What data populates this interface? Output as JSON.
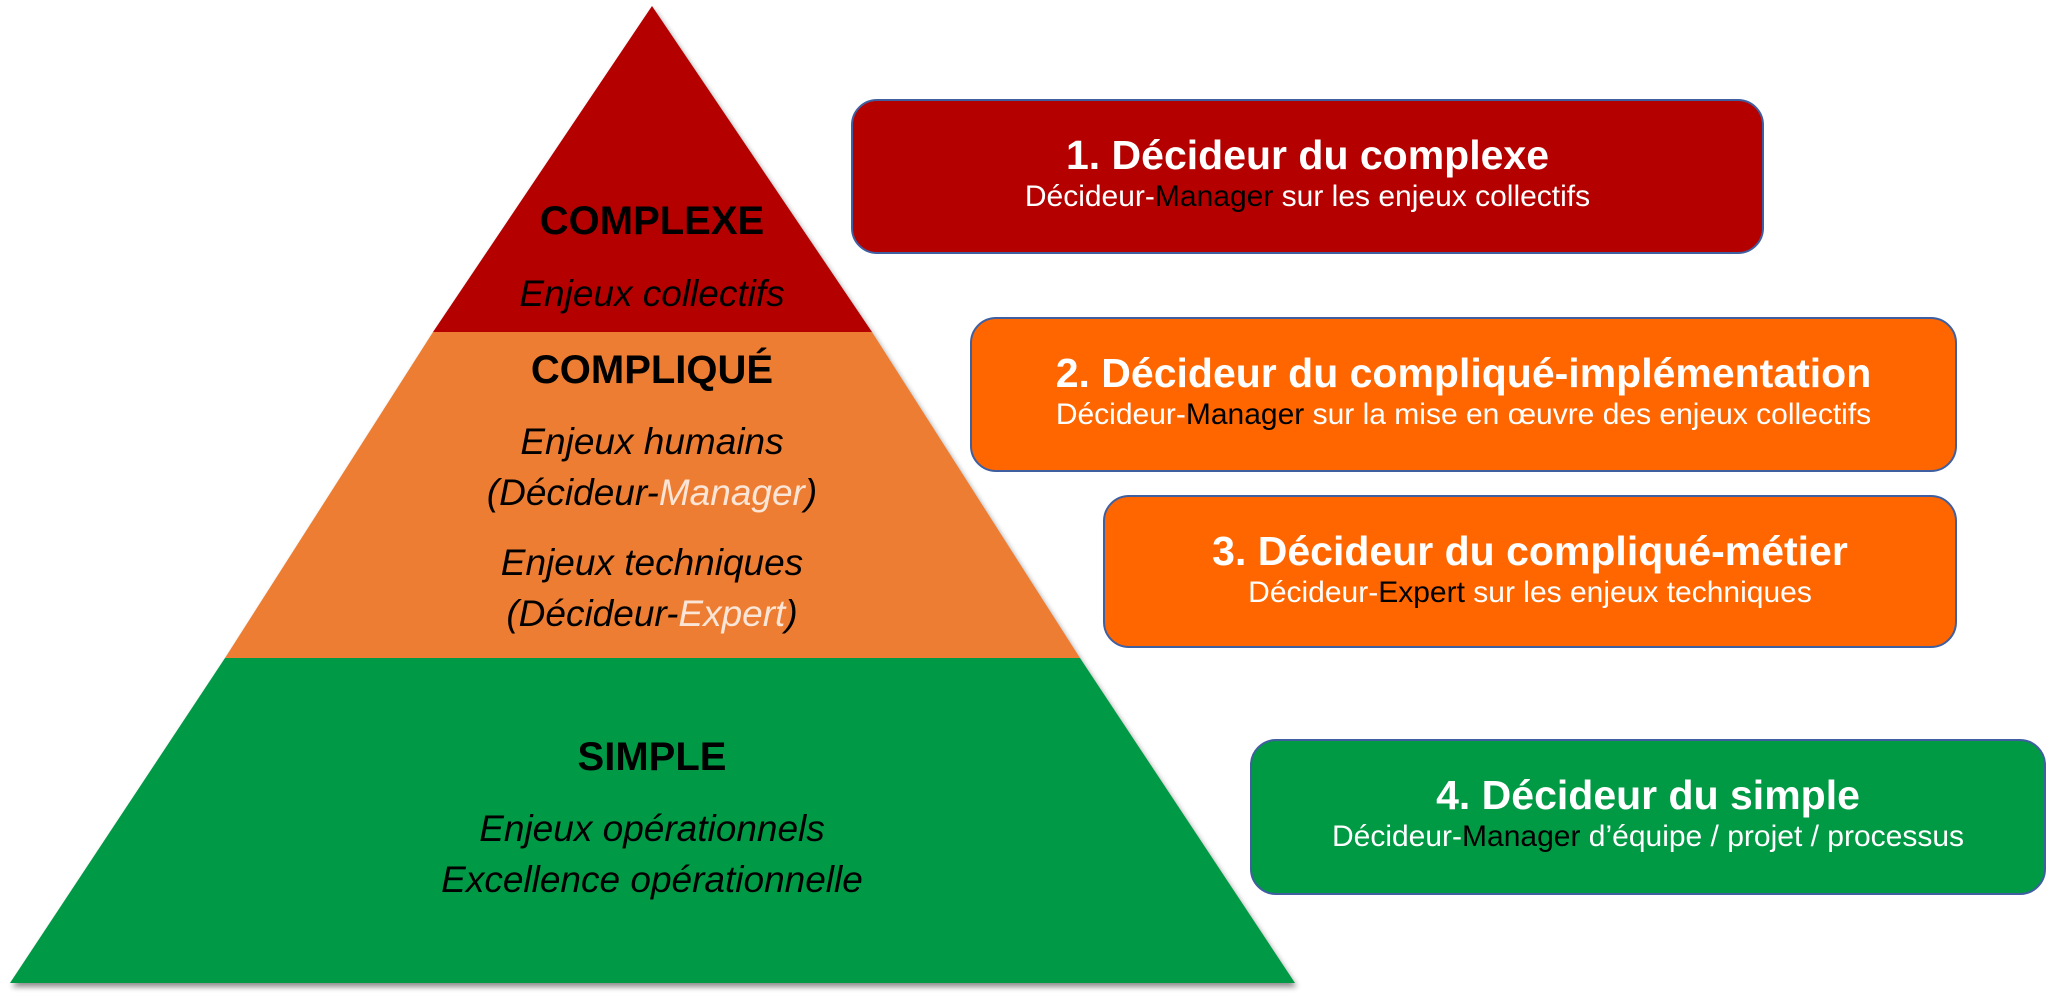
{
  "colors": {
    "complexe": "#b50000",
    "complique": "#ed7d31",
    "simple": "#009944",
    "box_orange": "#ff6600",
    "box_border": "#3f5fa0",
    "highlight_peach": "#fbe5d6"
  },
  "pyramid": {
    "levels": [
      {
        "title": "COMPLEXE",
        "lines": [
          "Enjeux collectifs"
        ]
      },
      {
        "title": "COMPLIQUÉ",
        "lines": [
          "Enjeux humains",
          {
            "prefix": "(Décideur-",
            "highlight": "Manager",
            "suffix": ")"
          },
          "Enjeux techniques",
          {
            "prefix": "(Décideur-",
            "highlight": "Expert",
            "suffix": ")"
          }
        ]
      },
      {
        "title": "SIMPLE",
        "lines": [
          "Enjeux opérationnels",
          "Excellence opérationnelle"
        ]
      }
    ]
  },
  "boxes": [
    {
      "title": "1. Décideur du complexe",
      "sub_prefix": "Décideur-",
      "sub_highlight": "Manager",
      "sub_suffix": " sur les enjeux collectifs"
    },
    {
      "title": "2. Décideur du compliqué-implémentation",
      "sub_prefix": "Décideur-",
      "sub_highlight": "Manager",
      "sub_suffix": " sur la mise en œuvre des enjeux collectifs"
    },
    {
      "title": "3. Décideur du compliqué-métier",
      "sub_prefix": "Décideur-",
      "sub_highlight": "Expert",
      "sub_suffix": " sur les enjeux techniques"
    },
    {
      "title": "4. Décideur du simple",
      "sub_prefix": "Décideur-",
      "sub_highlight": "Manager",
      "sub_suffix": " d’équipe / projet / processus"
    }
  ]
}
